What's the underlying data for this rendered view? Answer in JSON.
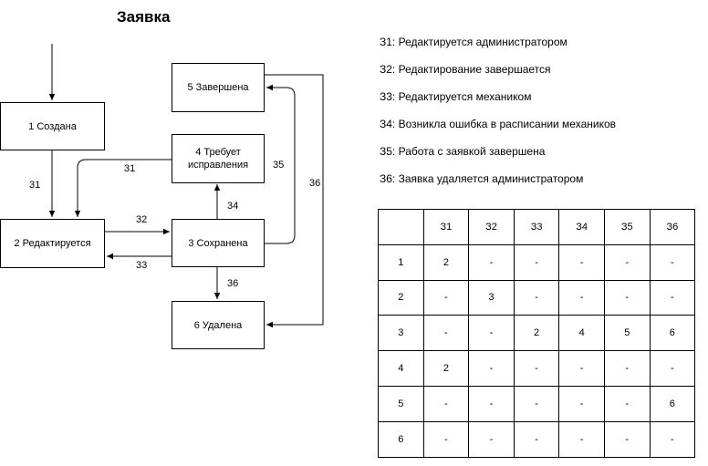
{
  "title": "Заявка",
  "states": {
    "s1": "1 Создана",
    "s2": "2 Редактируется",
    "s3": "3 Сохранена",
    "s4": "4 Требует исправления",
    "s5": "5 Завершена",
    "s6": "6 Удалена"
  },
  "edges": {
    "e31a": "31",
    "e31b": "31",
    "e32": "32",
    "e33": "33",
    "e34": "34",
    "e35": "35",
    "e36a": "36",
    "e36b": "36"
  },
  "legend": [
    "З1: Редактируется администратором",
    "З2: Редактирование завершается",
    "З3: Редактируется механиком",
    "З4: Возникла ошибка в расписании механиков",
    "З5: Работа с заявкой завершена",
    "З6: Заявка удаляется администратором"
  ],
  "table": {
    "header": [
      "",
      "З1",
      "З2",
      "З3",
      "З4",
      "З5",
      "З6"
    ],
    "rows": [
      [
        "1",
        "2",
        "-",
        "-",
        "-",
        "-",
        "-"
      ],
      [
        "2",
        "-",
        "3",
        "-",
        "-",
        "-",
        "-"
      ],
      [
        "3",
        "-",
        "-",
        "2",
        "4",
        "5",
        "6"
      ],
      [
        "4",
        "2",
        "-",
        "-",
        "-",
        "-",
        "-"
      ],
      [
        "5",
        "-",
        "-",
        "-",
        "-",
        "-",
        "6"
      ],
      [
        "6",
        "-",
        "-",
        "-",
        "-",
        "-",
        "-"
      ]
    ]
  }
}
